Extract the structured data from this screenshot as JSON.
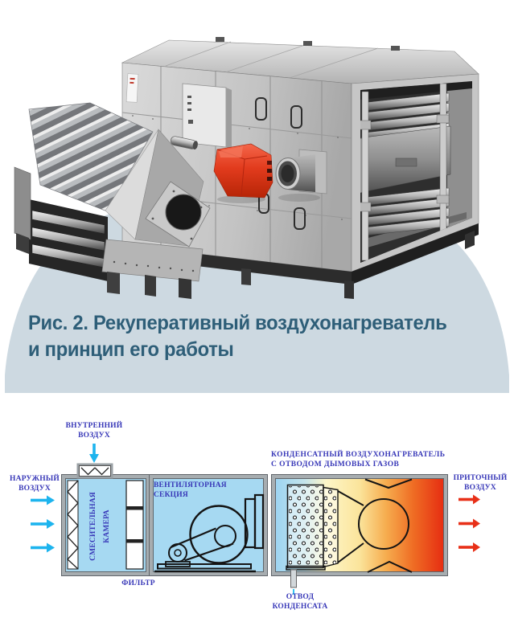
{
  "caption": {
    "line1": "Рис. 2. Рекуперативный воздухонагреватель",
    "line2": "и принцип его работы",
    "text_color": "#2e5e78",
    "arch_color": "#cdd9e1"
  },
  "photo": {
    "subject": "рекуперативный воздухонагреватель",
    "burner_color": "#d93318"
  },
  "diagram": {
    "labels": {
      "indoor_air": [
        "ВНУТРЕННИЙ",
        "ВОЗДУХ"
      ],
      "outdoor_air": [
        "НАРУЖНЫЙ",
        "ВОЗДУХ"
      ],
      "mixing_chamber": [
        "СМЕСИТЕЛЬНАЯ",
        "КАМЕРА"
      ],
      "fan_section": [
        "ВЕНТИЛЯТОРНАЯ",
        "СЕКЦИЯ"
      ],
      "filter": "ФИЛЬТР",
      "condensing_heater": [
        "КОНДЕНСАТНЫЙ ВОЗДУХОНАГРЕВАТЕЛЬ",
        "С ОТВОДОМ ДЫМОВЫХ ГАЗОВ"
      ],
      "supply_air": [
        "ПРИТОЧНЫЙ",
        "ВОЗДУХ"
      ],
      "condensate_drain": [
        "ОТВОД",
        "КОНДЕНСАТА"
      ]
    },
    "colors": {
      "label_text": "#3838b8",
      "section_fill": "#a6d9f2",
      "section_border": "#a7adb0",
      "cold_arrow": "#1db4ee",
      "hot_arrow": "#e83018",
      "heat_gradient": [
        "#9dd4f1",
        "#fdf6c8",
        "#f8b95c",
        "#e62e12"
      ]
    }
  }
}
